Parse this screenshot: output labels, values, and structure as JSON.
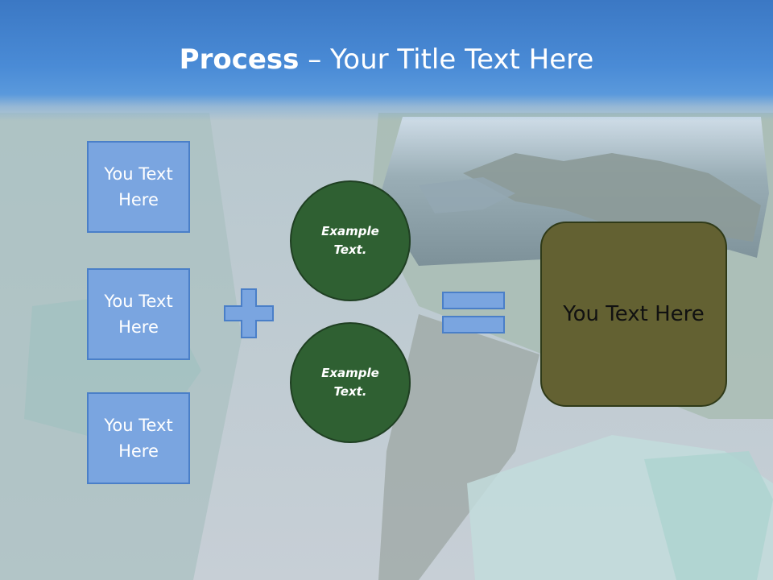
{
  "title": {
    "bold": "Process",
    "separator": " – ",
    "rest": "Your Title Text Here"
  },
  "left_boxes": [
    {
      "label": "You Text Here"
    },
    {
      "label": "You Text Here"
    },
    {
      "label": "You Text Here"
    }
  ],
  "circles": [
    {
      "label": "Example Text."
    },
    {
      "label": "Example Text."
    }
  ],
  "result": {
    "label": "You Text Here"
  },
  "colors": {
    "title_band": "#4a8bd6",
    "box_fill": "#7aa5e0",
    "box_border": "#4a7fc8",
    "circle_fill": "#2f6032",
    "result_fill": "#636132"
  },
  "icons": [
    "plus-icon",
    "equals-icon"
  ]
}
